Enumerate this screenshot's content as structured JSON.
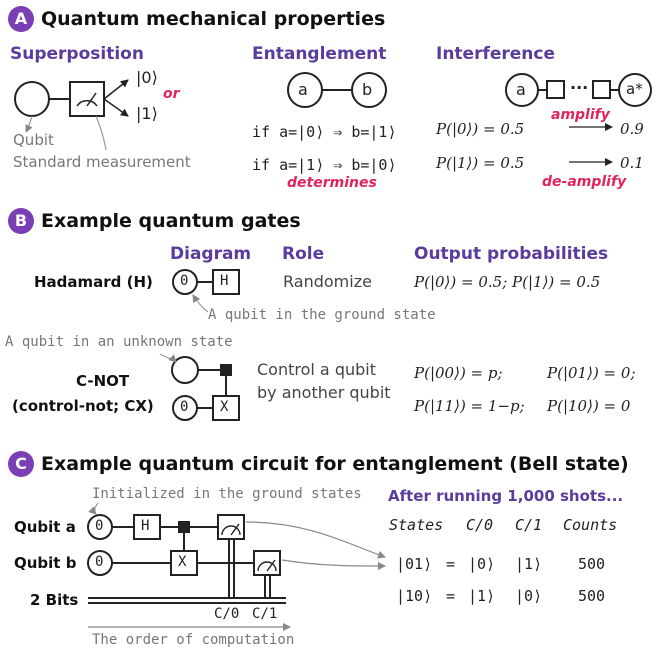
{
  "sectionA": {
    "badge": "A",
    "title": "Quantum mechanical properties",
    "superposition": {
      "title": "Superposition",
      "ket0": "|0⟩",
      "ket1": "|1⟩",
      "or": "or",
      "qubit_label": "Qubit",
      "measure_label": "Standard measurement"
    },
    "entanglement": {
      "title": "Entanglement",
      "node_a": "a",
      "node_b": "b",
      "rule1": "if a=|0⟩ ⇒ b=|1⟩",
      "rule2": "if a=|1⟩ ⇒ b=|0⟩",
      "determines": "determines"
    },
    "interference": {
      "title": "Interference",
      "node_a": "a",
      "node_a_star": "a*",
      "dots": "···",
      "p0": "P(|0⟩) = 0.5",
      "p0_result": "0.9",
      "amplify": "amplify",
      "p1": "P(|1⟩) = 0.5",
      "p1_result": "0.1",
      "deamplify": "de-amplify"
    }
  },
  "sectionB": {
    "badge": "B",
    "title": "Example quantum gates",
    "headers": {
      "diagram": "Diagram",
      "role": "Role",
      "output": "Output probabilities"
    },
    "hadamard": {
      "name": "Hadamard (H)",
      "qubit": "0",
      "gate": "H",
      "role": "Randomize",
      "output": "P(|0⟩) = 0.5;   P(|1⟩) = 0.5",
      "note": "A qubit in the ground state"
    },
    "cnot": {
      "note": "A qubit in an unknown state",
      "name1": "C-NOT",
      "name2": "(control-not; CX)",
      "qubit": "0",
      "gate": "X",
      "role1": "Control a qubit",
      "role2": "by another qubit",
      "out1": "P(|00⟩) = p;",
      "out2": "P(|01⟩) = 0;",
      "out3": "P(|11⟩) = 1−p;",
      "out4": "P(|10⟩) = 0"
    }
  },
  "sectionC": {
    "badge": "C",
    "title": "Example quantum circuit for entanglement (Bell state)",
    "init_note": "Initialized in the ground states",
    "qubit_a": "Qubit a",
    "qubit_b": "Qubit b",
    "bits": "2 Bits",
    "qa_init": "0",
    "qb_init": "0",
    "gate_h": "H",
    "gate_x": "X",
    "c0": "C/0",
    "c1": "C/1",
    "order_note": "The order of computation",
    "results_title": "After running 1,000 shots...",
    "table": {
      "headers": [
        "States",
        "C/0",
        "C/1",
        "Counts"
      ],
      "rows": [
        [
          "|01⟩",
          "=",
          "|0⟩",
          "|1⟩",
          "500"
        ],
        [
          "|10⟩",
          "=",
          "|1⟩",
          "|0⟩",
          "500"
        ]
      ]
    }
  },
  "colors": {
    "purple": "#7a3fb5",
    "heading": "#5b3b9c",
    "red": "#e0245e",
    "gray": "#777777"
  }
}
